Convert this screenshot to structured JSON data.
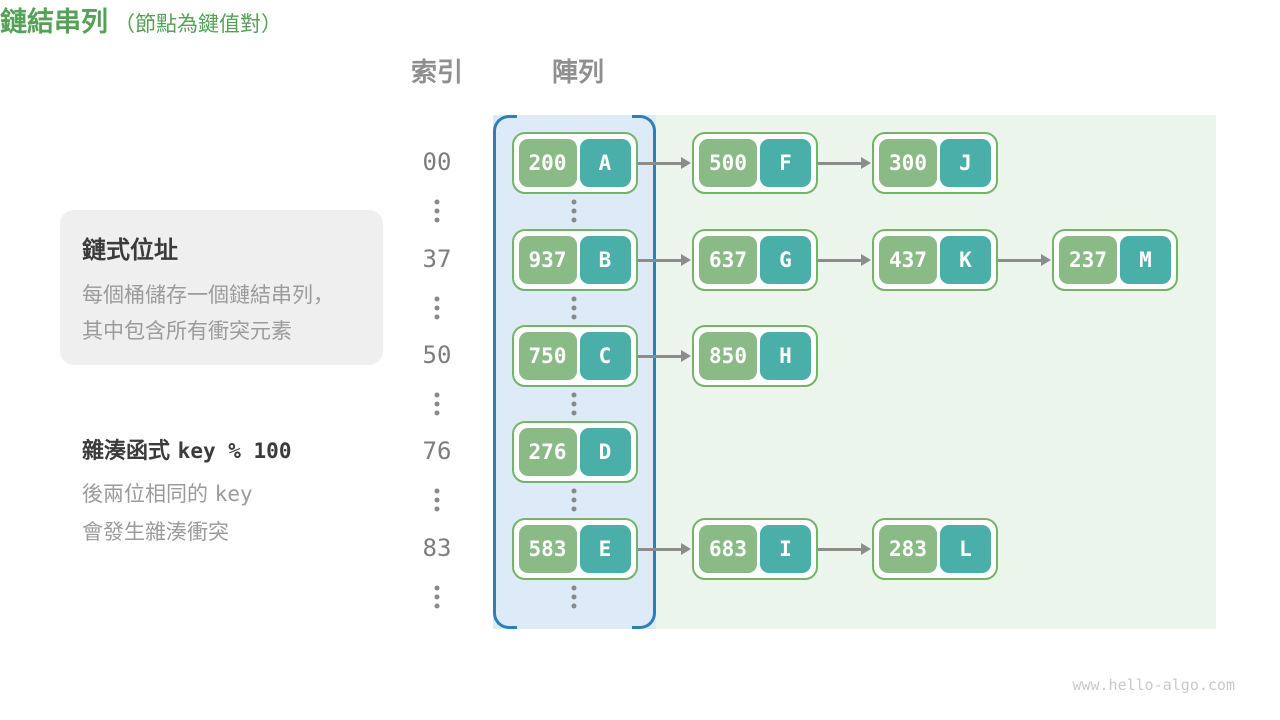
{
  "title_row": {
    "index": "索引",
    "array": "陣列",
    "list": "鏈結串列",
    "list_note": "（節點為鍵值對）"
  },
  "info_box": {
    "title": "鏈式位址",
    "lines": [
      "每個桶儲存一個鏈結串列，",
      "其中包含所有衝突元素"
    ]
  },
  "hash_note": {
    "title_segments": [
      {
        "text": "雜湊函式 ",
        "mono": false
      },
      {
        "text": "key % 100",
        "mono": true
      }
    ],
    "line_segments": [
      [
        {
          "text": "後兩位相同的 ",
          "mono": false
        },
        {
          "text": "key",
          "mono": true
        }
      ],
      [
        {
          "text": "會發生雜湊衝突",
          "mono": false
        }
      ]
    ]
  },
  "buckets": [
    {
      "index": "00",
      "bucket": {
        "key": "200",
        "value": "A"
      },
      "chain": [
        {
          "key": "500",
          "value": "F"
        },
        {
          "key": "300",
          "value": "J"
        }
      ]
    },
    {
      "index": "37",
      "bucket": {
        "key": "937",
        "value": "B"
      },
      "chain": [
        {
          "key": "637",
          "value": "G"
        },
        {
          "key": "437",
          "value": "K"
        },
        {
          "key": "237",
          "value": "M"
        }
      ]
    },
    {
      "index": "50",
      "bucket": {
        "key": "750",
        "value": "C"
      },
      "chain": [
        {
          "key": "850",
          "value": "H"
        }
      ]
    },
    {
      "index": "76",
      "bucket": {
        "key": "276",
        "value": "D"
      },
      "chain": []
    },
    {
      "index": "83",
      "bucket": {
        "key": "583",
        "value": "E"
      },
      "chain": [
        {
          "key": "683",
          "value": "I"
        },
        {
          "key": "283",
          "value": "L"
        }
      ]
    }
  ],
  "watermark": "www.hello-algo.com",
  "colors": {
    "key_green": "#8aba85",
    "value_teal": "#49afa8",
    "node_border": "#74b368",
    "array_fill": "#dcebf7",
    "array_border": "#2d7fb8",
    "list_fill": "#ecf5ec",
    "header_green": "#55a156",
    "header_gray": "#8f8f8f",
    "text_dark": "#3b3b3b",
    "text_gray": "#9b9b9b",
    "arrow_gray": "#8c8c8c",
    "infobox_fill": "#efefef",
    "watermark_gray": "#c9c9c9"
  }
}
